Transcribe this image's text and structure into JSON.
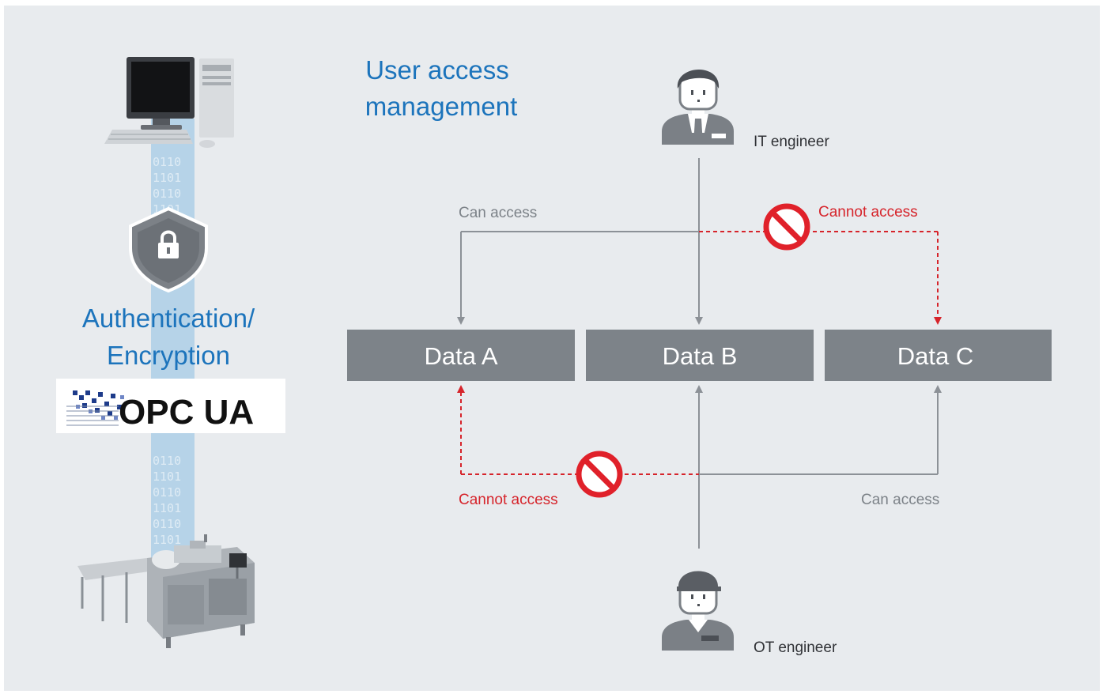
{
  "title": {
    "line1": "User access",
    "line2": "management"
  },
  "security": {
    "line1": "Authentication/",
    "line2": "Encryption",
    "logo_text": "OPC UA",
    "bits": [
      "0110",
      "1101",
      "0110",
      "1101",
      "0110",
      "1101",
      "0110",
      "1101",
      "0110",
      "1101",
      "0110",
      "1101",
      "0110",
      "1101",
      "0110",
      "1101"
    ]
  },
  "engineers": {
    "it": "IT engineer",
    "ot": "OT engineer"
  },
  "data_boxes": [
    "Data A",
    "Data B",
    "Data C"
  ],
  "access_labels": {
    "it_can": "Can access",
    "it_cannot": "Cannot access",
    "ot_can": "Can access",
    "ot_cannot": "Cannot access"
  },
  "colors": {
    "background": "#e8ebee",
    "accent_blue": "#1c74bc",
    "data_box": "#7d8389",
    "deny_red": "#d6242b",
    "connector_gray": "#8c9197",
    "data_stream": "#b6d3e8"
  },
  "icons": [
    "desktop-computer-icon",
    "shield-lock-icon",
    "packaging-machine-icon",
    "it-engineer-icon",
    "ot-engineer-icon",
    "prohibited-icon"
  ]
}
